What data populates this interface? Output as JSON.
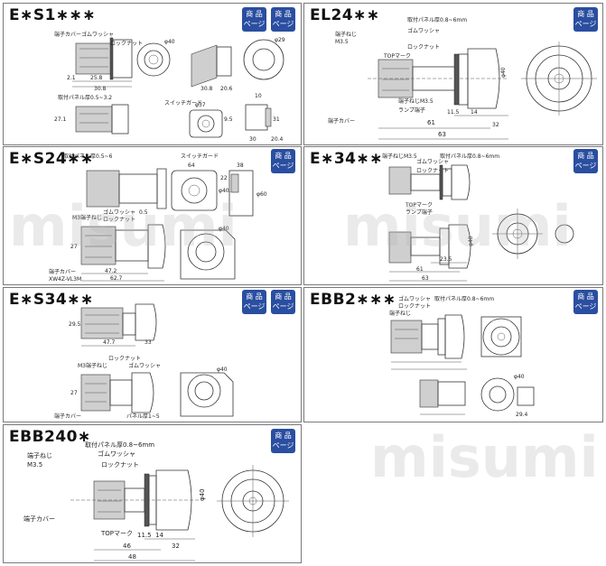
{
  "watermark": "misumi",
  "badge": {
    "line1": "商 品",
    "line2": "ページ"
  },
  "panels": {
    "es1": {
      "title": "E∗S1∗∗∗",
      "labels": {
        "terminal_cover": "端子カバー",
        "rubber_washer": "ゴムワッシャ",
        "lock_nut": "ロックナット",
        "panel_thickness": "取付パネル厚0.5~3.2",
        "switch_guard": "スイッチガード"
      },
      "dims": {
        "d1": "2.1",
        "d2": "25.8",
        "d3": "30.8",
        "d4": "30.8",
        "d5": "20.6",
        "d6": "20.4",
        "d7": "27.1",
        "d8": "φ40",
        "d9": "φ29",
        "d10": "φ37",
        "d11": "9.5",
        "d12": "10",
        "d13": "31",
        "d14": "30"
      }
    },
    "el24": {
      "title": "EL24∗∗",
      "labels": {
        "terminal_screw": "端子ねじ",
        "m35": "M3.5",
        "panel_thickness": "取付パネル厚0.8~6mm",
        "rubber_washer": "ゴムワッシャ",
        "lock_nut": "ロックナット",
        "top_mark": "TOPマーク",
        "terminal_screw_m35": "端子ねじM3.5",
        "lamp_terminal": "ランプ端子",
        "terminal_cover": "端子カバー"
      },
      "dims": {
        "d1": "11.5",
        "d2": "14",
        "d3": "32",
        "d4": "61",
        "d5": "63",
        "d6": "φ40"
      }
    },
    "es24": {
      "title": "E∗S24∗∗",
      "labels": {
        "panel_thickness": "取付パネル厚0.5~6",
        "switch_guard": "スイッチガード",
        "rubber_washer": "ゴムワッシャ",
        "lock_nut": "ロックナット",
        "m3_screw": "M3端子ねじ",
        "terminal_cover": "端子カバー",
        "xw": "XW4Z-VL3M"
      },
      "dims": {
        "d1": "64",
        "d2": "38",
        "d3": "22",
        "d4": "φ40.2",
        "d5": "φ60",
        "d6": "0.5",
        "d7": "27",
        "d8": "φ40",
        "d9": "47.2",
        "d10": "62.7"
      }
    },
    "e34": {
      "title": "E∗34∗∗",
      "labels": {
        "terminal_screw": "端子ねじM3.5",
        "rubber_washer": "ゴムワッシャ",
        "panel_thickness": "取付パネル厚0.8~6mm",
        "lock_nut": "ロックナット",
        "top_mark": "TOPマーク",
        "lamp_terminal": "ランプ端子"
      },
      "dims": {
        "d1": "φ40",
        "d2": "23.5",
        "d3": "61",
        "d4": "63"
      }
    },
    "es34": {
      "title": "E∗S34∗∗",
      "labels": {
        "lock_nut": "ロックナット",
        "m3_screw": "M3端子ねじ",
        "rubber_washer": "ゴムワッシャ",
        "terminal_cover": "端子カバー",
        "panel_thickness": "パネル厚1~5"
      },
      "dims": {
        "d1": "29.5",
        "d2": "47.7",
        "d3": "33",
        "d4": "27",
        "d5": "φ40"
      }
    },
    "ebb2": {
      "title": "EBB2∗∗∗",
      "labels": {
        "rubber_washer": "ゴムワッシャ",
        "panel_thickness": "取付パネル厚0.8~6mm",
        "terminal_screw": "端子ねじ",
        "lock_nut": "ロックナット"
      },
      "dims": {
        "d1": "φ40",
        "d2": "29.4"
      }
    },
    "ebb240": {
      "title": "EBB240∗",
      "labels": {
        "terminal_screw": "端子ねじ",
        "m35": "M3.5",
        "panel_thickness": "取付パネル厚0.8~6mm",
        "rubber_washer": "ゴムワッシャ",
        "lock_nut": "ロックナット",
        "top_mark": "TOPマーク",
        "terminal_cover": "端子カバー"
      },
      "dims": {
        "d1": "11.5",
        "d2": "14",
        "d3": "32",
        "d4": "46",
        "d5": "48",
        "d6": "φ40"
      }
    }
  }
}
